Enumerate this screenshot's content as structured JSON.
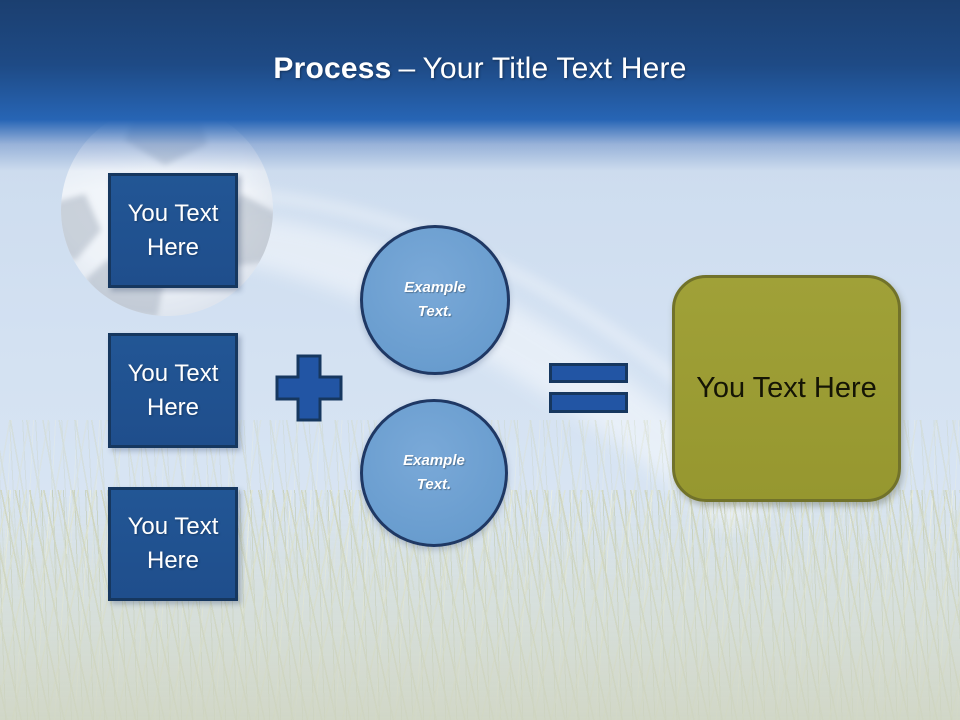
{
  "title": {
    "emphasis": "Process",
    "separator": "–",
    "rest": "Your Title Text Here"
  },
  "steps": [
    {
      "label": "You Text Here"
    },
    {
      "label": "You Text Here"
    },
    {
      "label": "You Text Here"
    }
  ],
  "examples": [
    {
      "label": "Example Text."
    },
    {
      "label": "Example Text."
    }
  ],
  "result": {
    "label": "You Text Here"
  },
  "icons": {
    "ball": "soccer-ball",
    "trail": "motion-trail",
    "plus": "plus-sign",
    "equals": "equals-sign"
  },
  "colors": {
    "header_top": "#1B3F70",
    "header_bottom": "#2765B5",
    "step_fill": "#1F4E8C",
    "step_border": "#16375F",
    "circle_fill": "#689CCE",
    "circle_border": "#1F3864",
    "operator_fill": "#2255A4",
    "operator_border": "#16375F",
    "result_fill": "#999A33",
    "result_border": "#71722A",
    "title_text": "#FFFFFF",
    "step_text": "#FFFFFF",
    "circle_text": "#FFFFFF",
    "result_text": "#151505"
  }
}
